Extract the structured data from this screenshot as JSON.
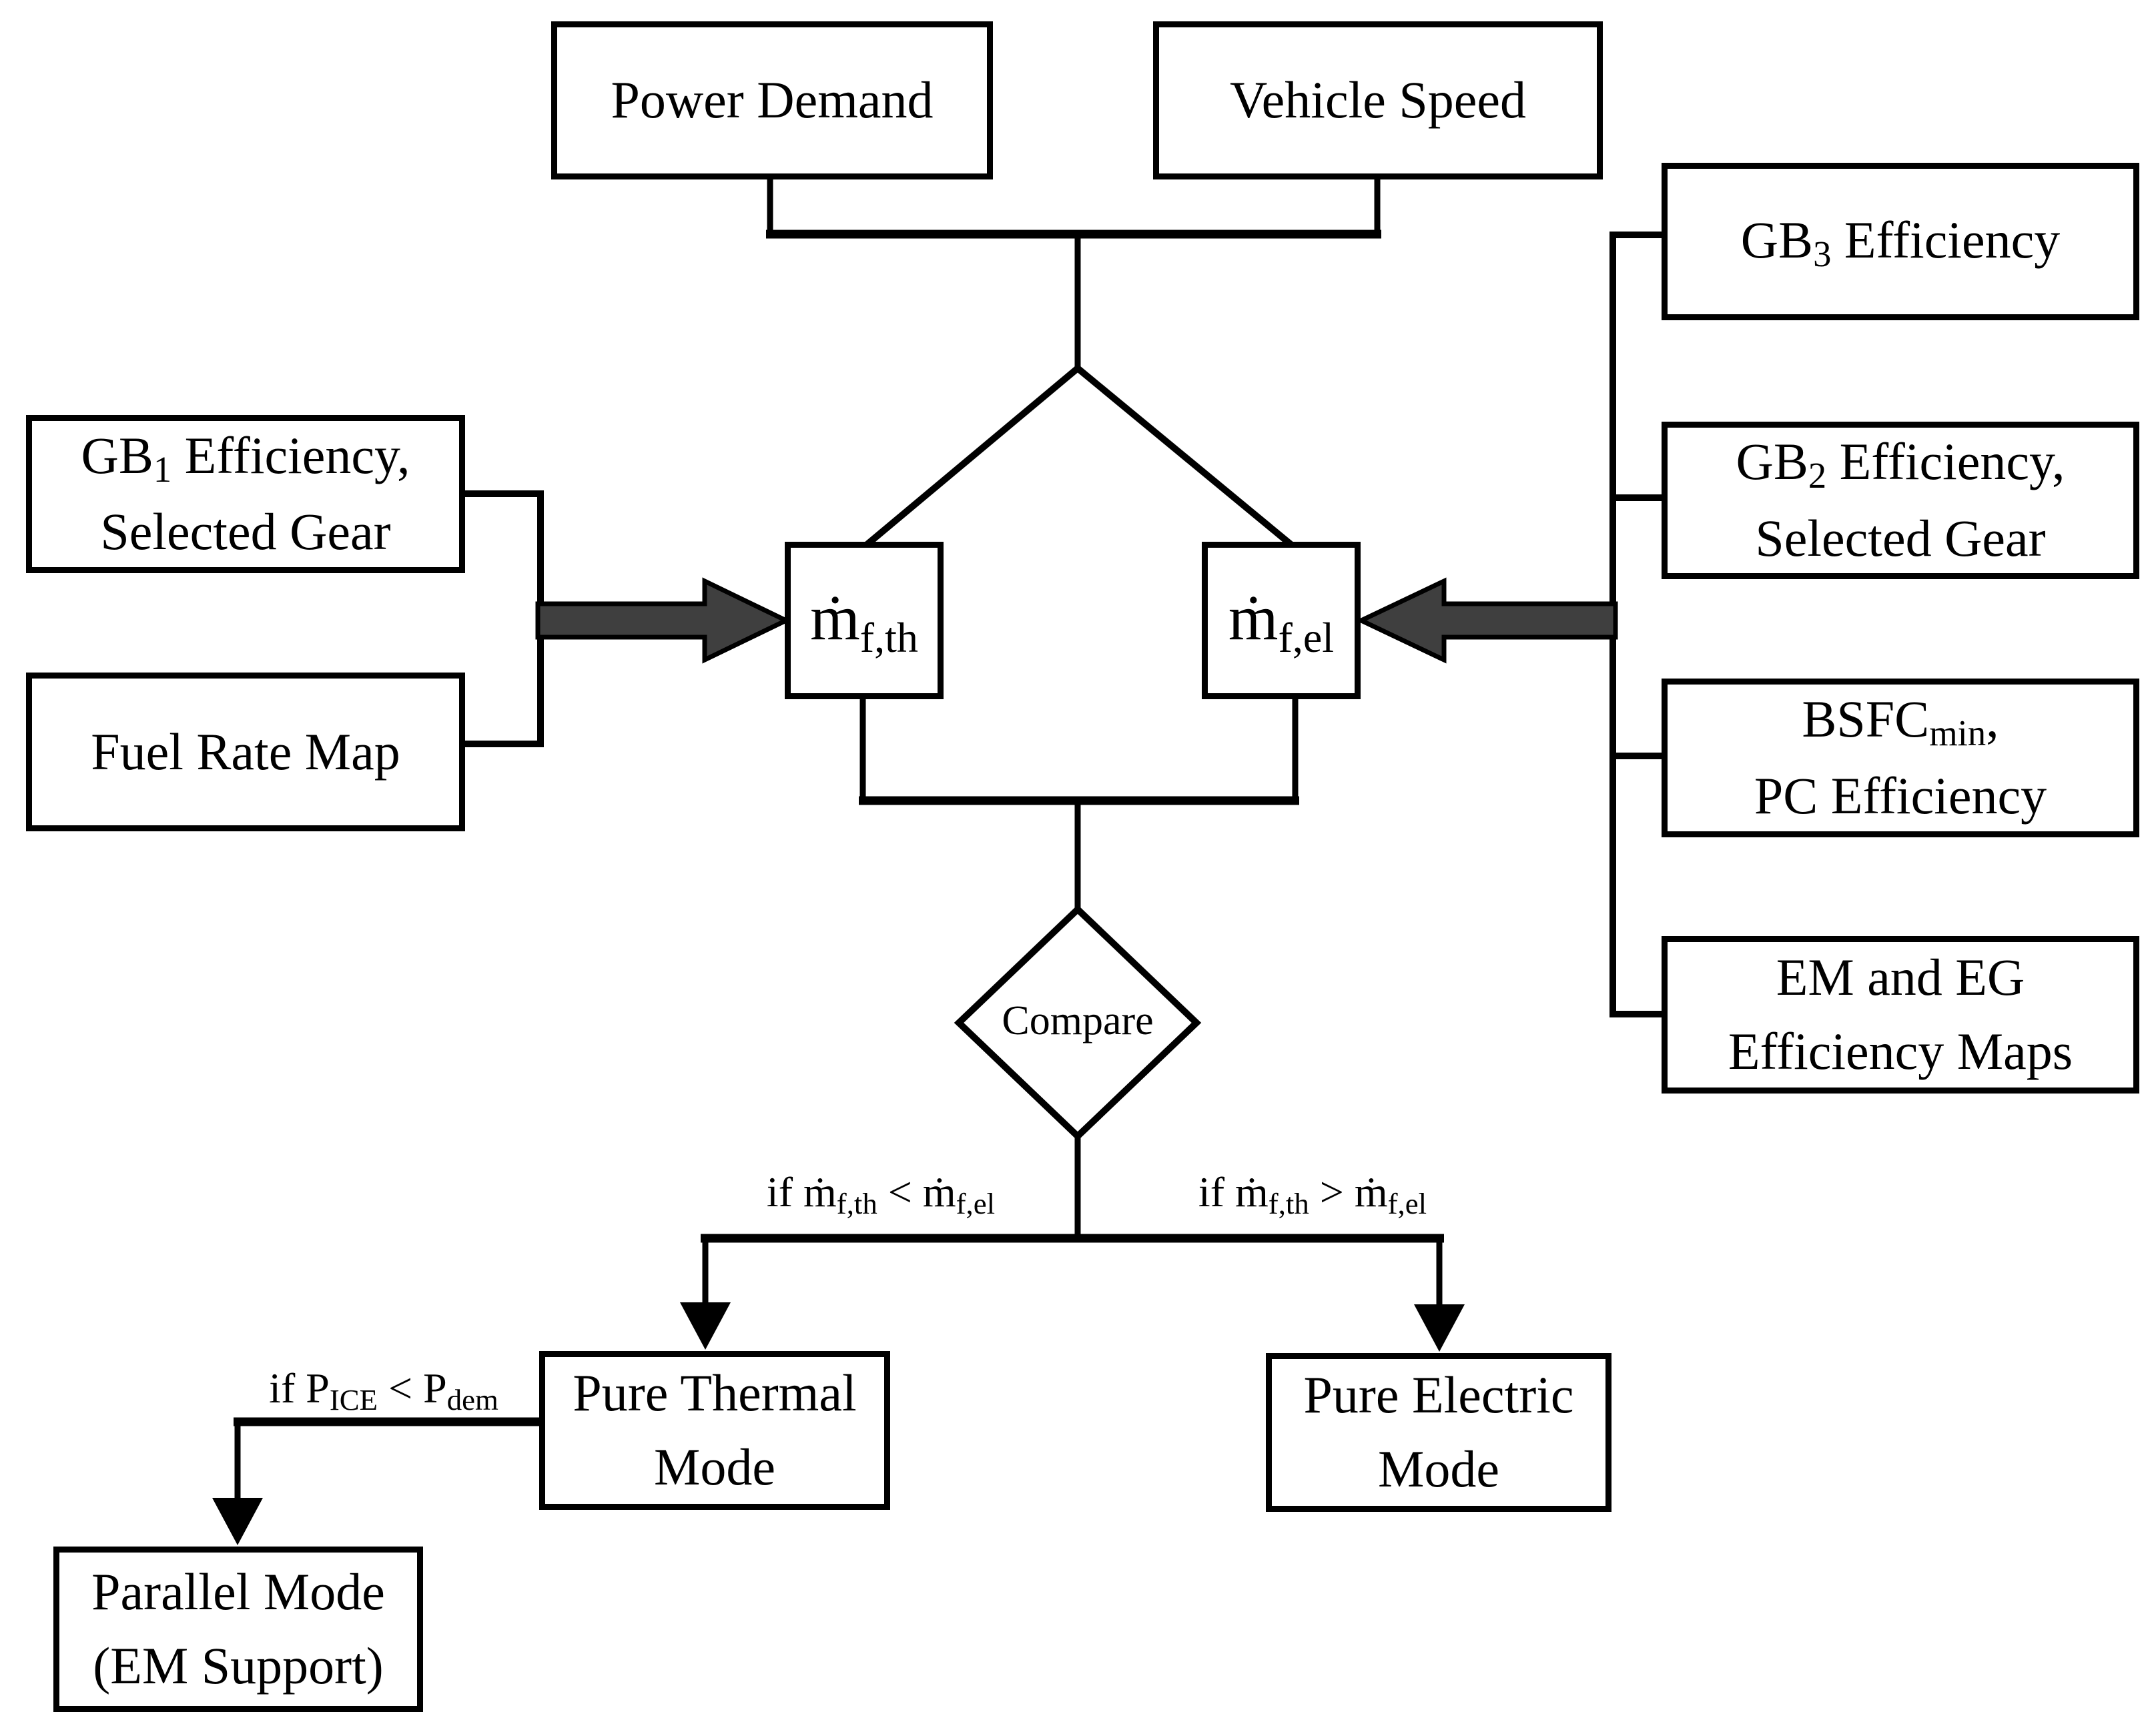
{
  "page": {
    "background_color": "#ffffff",
    "line_color": "#000000",
    "block_arrow_fill": "#3f3f3f",
    "description": "Flowchart of hybrid powertrain control strategy comparing thermal and electric fuel-rate paths"
  },
  "nodes": {
    "power_demand": {
      "label": "Power Demand"
    },
    "vehicle_speed": {
      "label": "Vehicle Speed"
    },
    "gb1": {
      "l1_pre": "GB",
      "l1_sub": "1",
      "l1_post": " Efficiency,",
      "l2": "Selected Gear"
    },
    "fuel_rate_map": {
      "label": "Fuel Rate Map"
    },
    "m_f_th": {
      "main": "ṁ",
      "sub": "f,th"
    },
    "m_f_el": {
      "main": "ṁ",
      "sub": "f,el"
    },
    "gb3": {
      "l1_pre": "GB",
      "l1_sub": "3",
      "l1_post": " Efficiency"
    },
    "gb2": {
      "l1_pre": "GB",
      "l1_sub": "2",
      "l1_post": " Efficiency,",
      "l2": "Selected Gear"
    },
    "bsfc": {
      "l1_pre": "BSFC",
      "l1_sub": "min",
      "l1_post": ",",
      "l2": "PC Efficiency"
    },
    "em_eg": {
      "l1": "EM and EG",
      "l2": "Efficiency Maps"
    },
    "compare": {
      "label": "Compare"
    },
    "pure_thermal": {
      "l1": "Pure Thermal",
      "l2": "Mode"
    },
    "pure_electric": {
      "l1": "Pure Electric",
      "l2": "Mode"
    },
    "parallel": {
      "l1": "Parallel Mode",
      "l2": "(EM Support)"
    }
  },
  "conditions": {
    "thermal_branch": {
      "pre": "if ",
      "m1": "ṁ",
      "s1": "f,th",
      "op": " < ",
      "m2": "ṁ",
      "s2": "f,el"
    },
    "electric_branch": {
      "pre": "if ",
      "m1": "ṁ",
      "s1": "f,th",
      "op": " > ",
      "m2": "ṁ",
      "s2": "f,el"
    },
    "parallel_branch": {
      "pre": "if P",
      "s1": "ICE",
      "op": " < P",
      "s2": "dem"
    }
  }
}
